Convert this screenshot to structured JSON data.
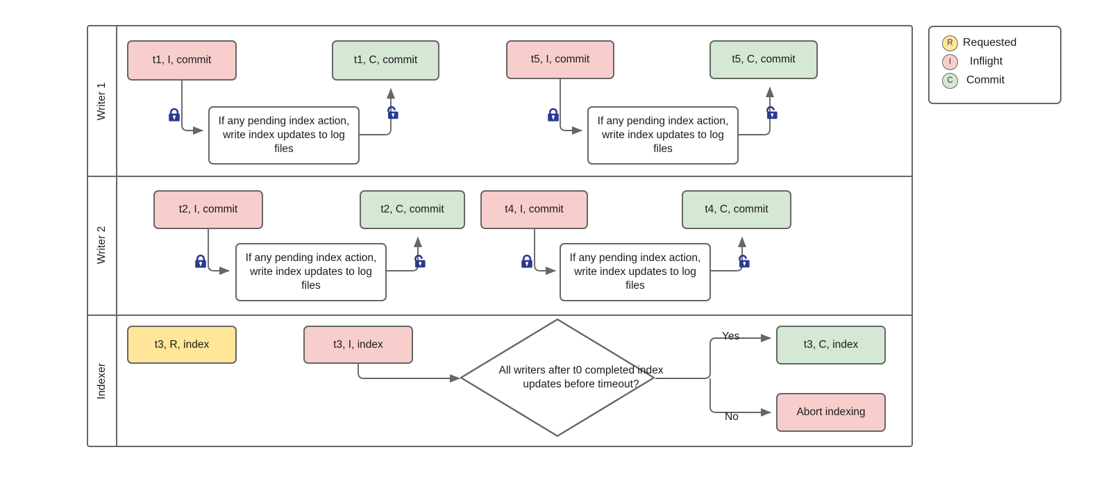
{
  "diagram": {
    "title": "Writer/Indexer commit and index-update swimlane flow",
    "colors": {
      "inflight": "#f8cecc",
      "commit": "#d5e8d4",
      "requested": "#ffe699",
      "stroke": "#666666",
      "lock": "#2b3a8f"
    },
    "lanes": [
      {
        "label": "Writer 1"
      },
      {
        "label": "Writer 2"
      },
      {
        "label": "Indexer"
      }
    ],
    "shared": {
      "index_action_text": "If any pending index action, write index updates to log files",
      "lock_closed_icon": "lock-closed-icon",
      "lock_open_icon": "lock-open-icon"
    },
    "writer1": {
      "nodes": [
        {
          "id": "t1-inflight",
          "label": "t1, I, commit",
          "state": "inflight"
        },
        {
          "id": "t1-commit",
          "label": "t1, C, commit",
          "state": "commit"
        },
        {
          "id": "t5-inflight",
          "label": "t5, I, commit",
          "state": "inflight"
        },
        {
          "id": "t5-commit",
          "label": "t5, C, commit",
          "state": "commit"
        }
      ],
      "actions": [
        {
          "id": "w1-action-a",
          "label": "If any pending index action, write index updates to log files"
        },
        {
          "id": "w1-action-b",
          "label": "If any pending index action, write index updates to log files"
        }
      ]
    },
    "writer2": {
      "nodes": [
        {
          "id": "t2-inflight",
          "label": "t2, I, commit",
          "state": "inflight"
        },
        {
          "id": "t2-commit",
          "label": "t2, C, commit",
          "state": "commit"
        },
        {
          "id": "t4-inflight",
          "label": "t4, I, commit",
          "state": "inflight"
        },
        {
          "id": "t4-commit",
          "label": "t4, C, commit",
          "state": "commit"
        }
      ],
      "actions": [
        {
          "id": "w2-action-a",
          "label": "If any pending index action, write index updates to log files"
        },
        {
          "id": "w2-action-b",
          "label": "If any pending index action, write index updates to log files"
        }
      ]
    },
    "indexer": {
      "nodes": [
        {
          "id": "t3-requested",
          "label": "t3, R, index",
          "state": "requested"
        },
        {
          "id": "t3-inflight",
          "label": "t3, I, index",
          "state": "inflight"
        },
        {
          "id": "t3-commit",
          "label": "t3, C, index",
          "state": "commit"
        },
        {
          "id": "abort",
          "label": "Abort indexing",
          "state": "inflight"
        }
      ],
      "decision": {
        "id": "timeout-decision",
        "label": "All writers after t0 completed index updates before timeout?"
      },
      "branches": [
        {
          "id": "branch-yes",
          "label": "Yes"
        },
        {
          "id": "branch-no",
          "label": "No"
        }
      ]
    },
    "legend": {
      "items": [
        {
          "badge": "R",
          "label": "Requested",
          "color": "#ffe699"
        },
        {
          "badge": "I",
          "label": "Inflight",
          "color": "#f8cecc"
        },
        {
          "badge": "C",
          "label": "Commit",
          "color": "#d5e8d4"
        }
      ]
    }
  }
}
